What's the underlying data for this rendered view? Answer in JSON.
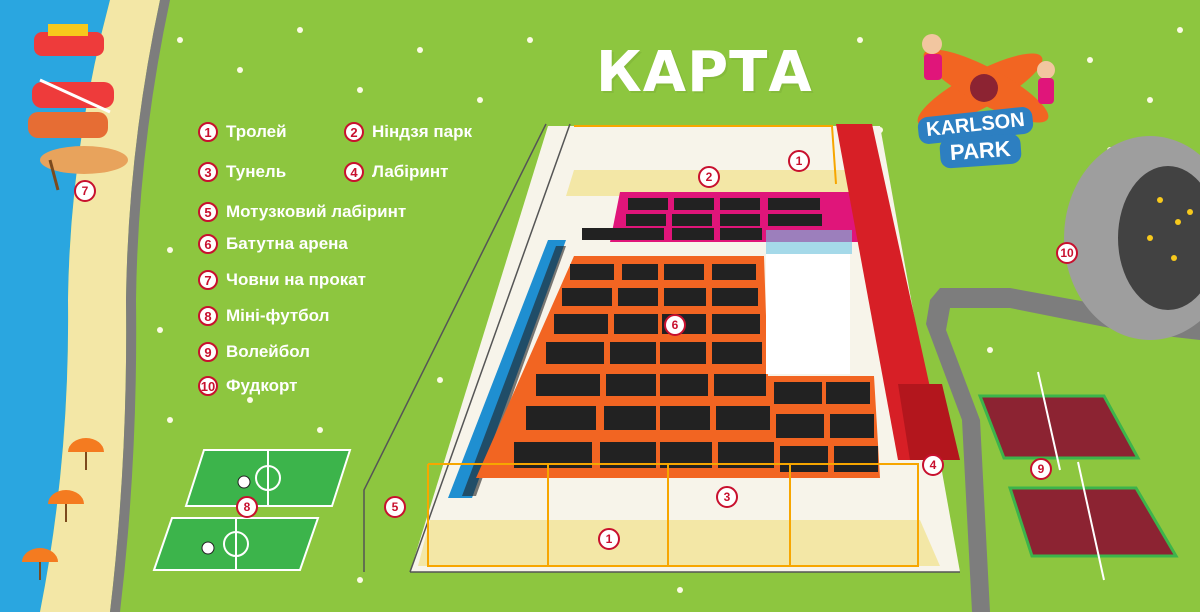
{
  "map": {
    "title": "КАРТА",
    "colors": {
      "grass": "#8dc63f",
      "water": "#2aa6e0",
      "sand": "#f3e7a6",
      "road": "#7d7d7d",
      "trampoline_frame": "#f26522",
      "ninja_zone": "#e0157a",
      "tunnel_wall": "#d71f26",
      "side_wall": "#1f8fd1",
      "marker_border": "#c8102e"
    }
  },
  "legend": {
    "items": [
      {
        "num": "1",
        "label": "Тролей"
      },
      {
        "num": "2",
        "label": "Ніндзя парк"
      },
      {
        "num": "3",
        "label": "Тунель"
      },
      {
        "num": "4",
        "label": "Лабіринт"
      },
      {
        "num": "5",
        "label": "Мотузковий лабіринт"
      },
      {
        "num": "6",
        "label": "Батутна арена"
      },
      {
        "num": "7",
        "label": "Човни на прокат"
      },
      {
        "num": "8",
        "label": "Міні-футбол"
      },
      {
        "num": "9",
        "label": "Волейбол"
      },
      {
        "num": "10",
        "label": "Фудкорт"
      }
    ]
  },
  "markers": [
    {
      "num": "1",
      "zone": "zipline-top"
    },
    {
      "num": "2",
      "zone": "ninja-park"
    },
    {
      "num": "1",
      "zone": "zipline-bottom"
    },
    {
      "num": "3",
      "zone": "tunnel"
    },
    {
      "num": "4",
      "zone": "labyrinth"
    },
    {
      "num": "5",
      "zone": "rope-labyrinth"
    },
    {
      "num": "6",
      "zone": "trampoline-arena"
    },
    {
      "num": "7",
      "zone": "boats"
    },
    {
      "num": "8",
      "zone": "mini-football"
    },
    {
      "num": "9",
      "zone": "volleyball"
    },
    {
      "num": "10",
      "zone": "food-court"
    }
  ],
  "logo": {
    "line1": "KARLSON",
    "line2": "PARK"
  }
}
